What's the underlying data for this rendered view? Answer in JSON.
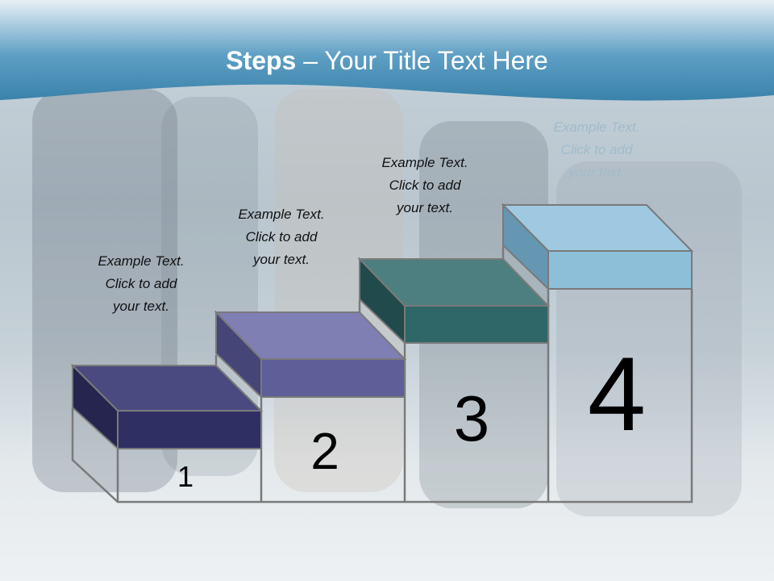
{
  "title": {
    "bold": "Steps",
    "rest": " – Your Title Text Here"
  },
  "steps": [
    {
      "number": "1",
      "caption_lines": [
        "Example Text.",
        "Click  to add",
        "your text."
      ],
      "color": "#2f2f64"
    },
    {
      "number": "2",
      "caption_lines": [
        "Example Text.",
        "Click  to add",
        "your text."
      ],
      "color": "#5e5e99"
    },
    {
      "number": "3",
      "caption_lines": [
        "Example Text.",
        "Click  to add",
        "your text."
      ],
      "color": "#2f6668"
    },
    {
      "number": "4",
      "caption_lines": [
        "Example Text.",
        "Click  to add",
        "your text."
      ],
      "color": "#8dbfd9"
    }
  ],
  "colors": {
    "title_band": "#3d86ad",
    "outline": "#7a7a7a"
  }
}
